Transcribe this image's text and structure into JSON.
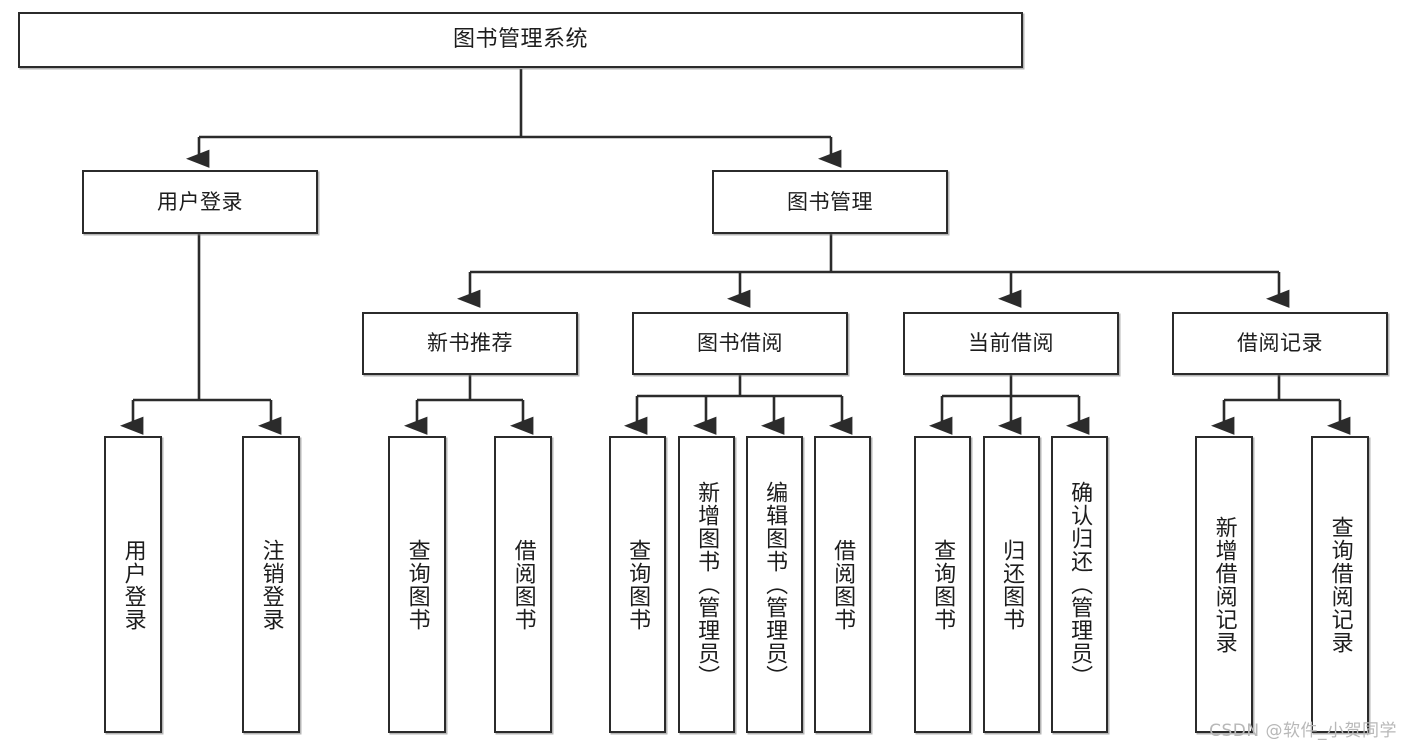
{
  "diagram": {
    "title": "图书管理系统",
    "type": "tree-hierarchy",
    "watermark": "CSDN @软件_小贺同学",
    "colors": {
      "border": "#2b2b2b",
      "background": "#ffffff",
      "text": "#1d1d1d",
      "watermark": "#b8b8b8"
    },
    "nodes": {
      "root": {
        "label": "图书管理系统"
      },
      "level2": [
        {
          "label": "用户登录"
        },
        {
          "label": "图书管理"
        }
      ],
      "level3": [
        {
          "label": "新书推荐"
        },
        {
          "label": "图书借阅"
        },
        {
          "label": "当前借阅"
        },
        {
          "label": "借阅记录"
        }
      ],
      "leaves": {
        "user_login": [
          {
            "label": "用户登录"
          },
          {
            "label": "注销登录"
          }
        ],
        "new_book_recommend": [
          {
            "label": "查询图书"
          },
          {
            "label": "借阅图书"
          }
        ],
        "book_borrow": [
          {
            "label": "查询图书"
          },
          {
            "label": "新增图书（管理员）"
          },
          {
            "label": "编辑图书（管理员）"
          },
          {
            "label": "借阅图书"
          }
        ],
        "current_borrow": [
          {
            "label": "查询图书"
          },
          {
            "label": "归还图书"
          },
          {
            "label": "确认归还（管理员）"
          }
        ],
        "borrow_record": [
          {
            "label": "新增借阅记录"
          },
          {
            "label": "查询借阅记录"
          }
        ]
      }
    }
  }
}
